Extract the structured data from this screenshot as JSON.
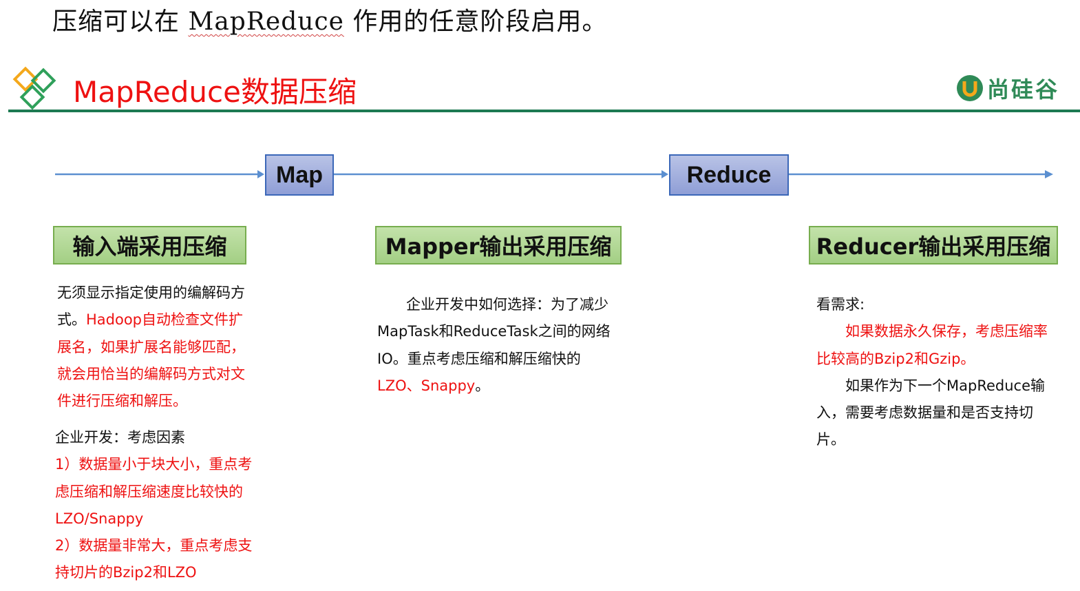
{
  "intro": {
    "before": "压缩可以在 ",
    "squiggle": "MapReduce",
    "after": " 作用的任意阶段启用。"
  },
  "header": {
    "title": "MapReduce数据压缩",
    "brand": "尚硅谷",
    "colors": {
      "title": "#ee1111",
      "rule": "#1d7a52",
      "brand": "#2f8a57",
      "logo_orange": "#f4a81b",
      "logo_green": "#2fa05a"
    }
  },
  "timeline": {
    "map_label": "Map",
    "reduce_label": "Reduce"
  },
  "columns": [
    {
      "heading": "输入端采用压缩",
      "p1_black": "无须显示指定使用的编解码方式。",
      "p1_red": "Hadoop自动检查文件扩展名，如果扩展名能够匹配，就会用恰当的编解码方式对文件进行压缩和解压。",
      "p2_black": "企业开发：考虑因素",
      "p2_item1": "1）数据量小于块大小，重点考虑压缩和解压缩速度比较快的LZO/Snappy",
      "p2_item2": "2）数据量非常大，重点考虑支持切片的Bzip2和LZO"
    },
    {
      "heading": "Mapper输出采用压缩",
      "text_black": "企业开发中如何选择：为了减少MapTask和ReduceTask之间的网络IO。重点考虑压缩和解压缩快的",
      "text_red": "LZO、Snappy",
      "text_end": "。"
    },
    {
      "heading": "Reducer输出采用压缩",
      "lead": "看需求:",
      "red_text": "如果数据永久保存，考虑压缩率比较高的Bzip2和Gzip。",
      "black_text": "如果作为下一个MapReduce输入，需要考虑数据量和是否支持切片。"
    }
  ]
}
